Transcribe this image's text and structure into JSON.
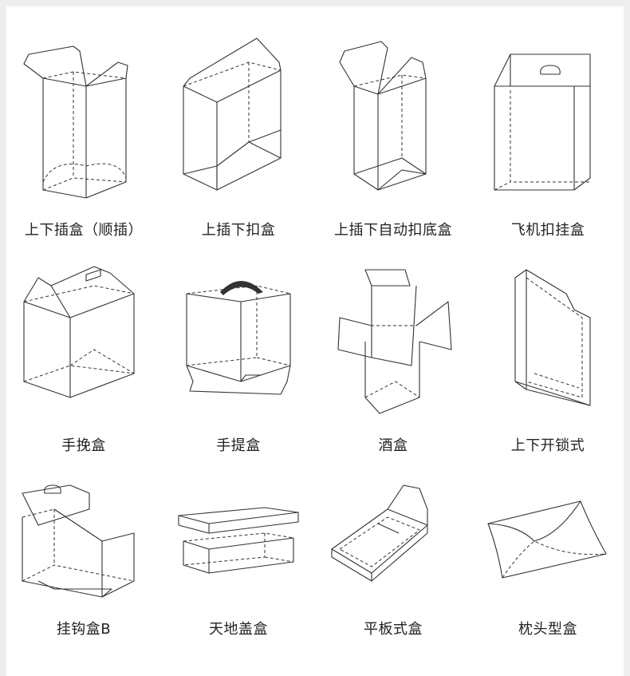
{
  "boxes": [
    {
      "icon": "tuck-end-box-icon",
      "label": "上下插盒（顺插）"
    },
    {
      "icon": "tuck-top-snap-bottom-box-icon",
      "label": "上插下扣盒"
    },
    {
      "icon": "auto-lock-bottom-box-icon",
      "label": "上插下自动扣底盒"
    },
    {
      "icon": "airplane-hanger-box-icon",
      "label": "飞机扣挂盒"
    },
    {
      "icon": "gable-handle-box-icon",
      "label": "手挽盒"
    },
    {
      "icon": "handle-carry-box-icon",
      "label": "手提盒"
    },
    {
      "icon": "wine-box-icon",
      "label": "酒盒"
    },
    {
      "icon": "lock-top-bottom-box-icon",
      "label": "上下开锁式"
    },
    {
      "icon": "hook-box-b-icon",
      "label": "挂钩盒B"
    },
    {
      "icon": "lid-base-box-icon",
      "label": "天地盖盒"
    },
    {
      "icon": "flat-tablet-box-icon",
      "label": "平板式盒"
    },
    {
      "icon": "pillow-box-icon",
      "label": "枕头型盒"
    }
  ]
}
